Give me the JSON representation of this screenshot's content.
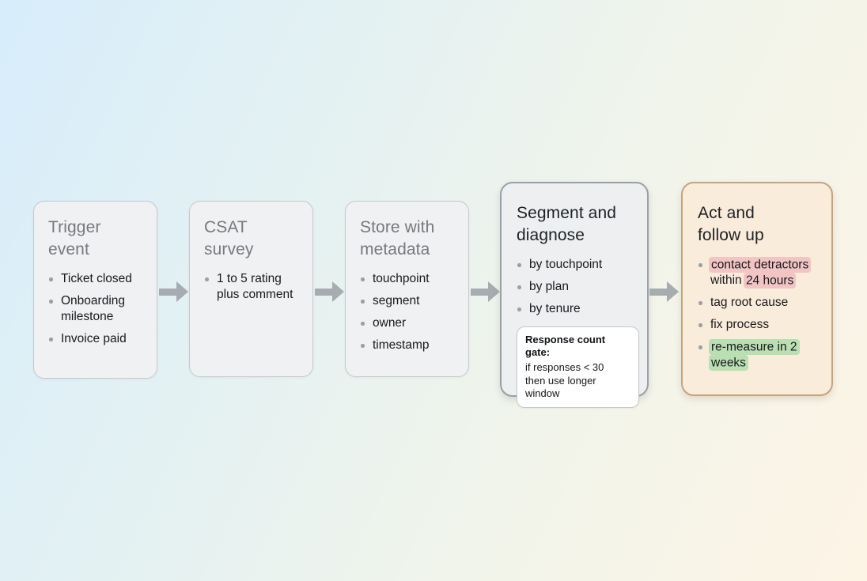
{
  "diagram": {
    "boxes": [
      {
        "id": "trigger-event",
        "title": "Trigger event",
        "style": "plain",
        "bullets": [
          [
            {
              "text": "Ticket closed"
            }
          ],
          [
            {
              "text": "Onboarding milestone"
            }
          ],
          [
            {
              "text": "Invoice paid"
            }
          ]
        ]
      },
      {
        "id": "csat-survey",
        "title": "CSAT survey",
        "style": "plain",
        "bullets": [
          [
            {
              "text": "1 to 5 rating plus comment"
            }
          ]
        ]
      },
      {
        "id": "store-with-metadata",
        "title": "Store with metadata",
        "style": "plain",
        "bullets": [
          [
            {
              "text": "touchpoint"
            }
          ],
          [
            {
              "text": "segment"
            }
          ],
          [
            {
              "text": "owner"
            }
          ],
          [
            {
              "text": "timestamp"
            }
          ]
        ]
      },
      {
        "id": "segment-and-diagnose",
        "title": "Segment and diagnose",
        "style": "emphasis",
        "bullets": [
          [
            {
              "text": "by touchpoint"
            }
          ],
          [
            {
              "text": "by plan"
            }
          ],
          [
            {
              "text": "by tenure"
            }
          ]
        ],
        "note": {
          "title": "Response count gate:",
          "lines": [
            "if responses < 30",
            "then use longer window"
          ]
        }
      },
      {
        "id": "act-and-follow-up",
        "title": "Act and follow up",
        "style": "accent",
        "bullets": [
          [
            {
              "text": "contact detractors",
              "highlight": "pink"
            },
            {
              "text": " within "
            },
            {
              "text": "24 hours",
              "highlight": "pink"
            }
          ],
          [
            {
              "text": "tag root cause"
            }
          ],
          [
            {
              "text": "fix process"
            }
          ],
          [
            {
              "text": "re-measure in 2 weeks",
              "highlight": "green"
            }
          ]
        ]
      }
    ],
    "colors": {
      "pink_highlight": "#f2c5c4",
      "green_highlight": "#badfb2",
      "arrow": "#a7acb0",
      "accent_box_border": "#c6a37e",
      "emphasis_box_border": "#9aa0a6"
    }
  }
}
